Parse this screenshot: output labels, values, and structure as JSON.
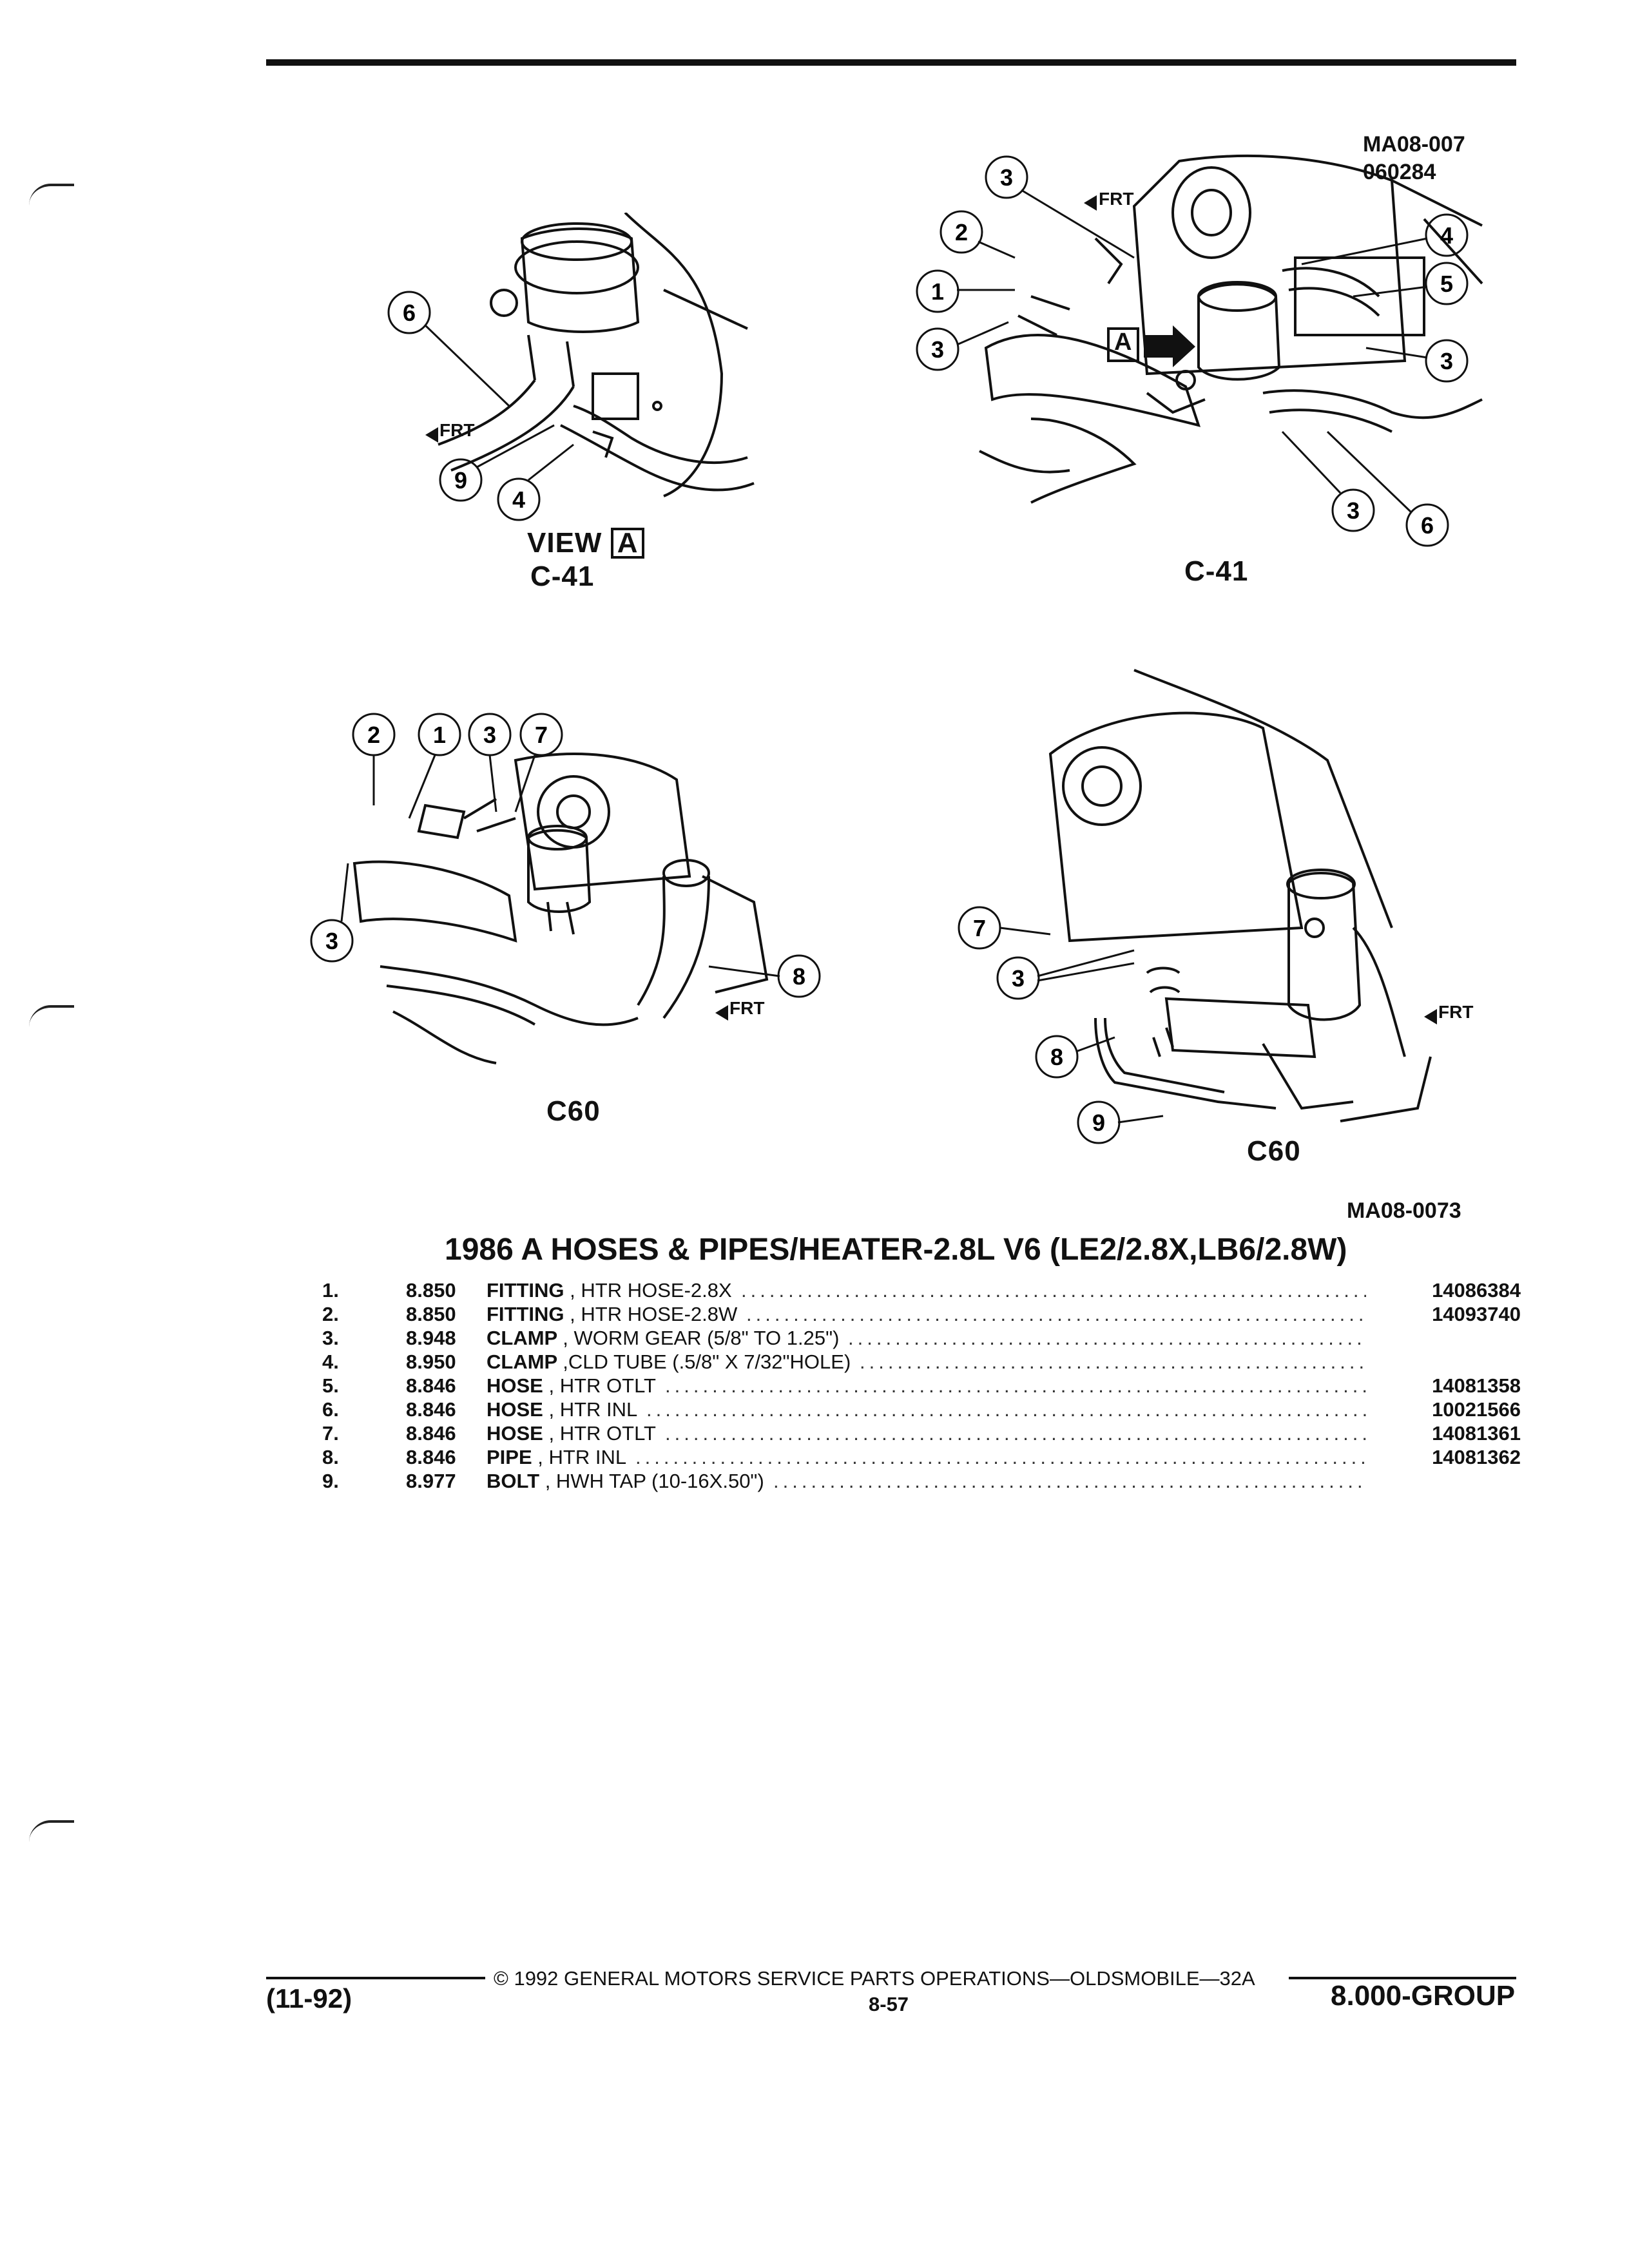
{
  "header": {
    "figure_id_top": "MA08-007",
    "figure_date_top": "060284",
    "figure_id_bottom": "MA08-0073"
  },
  "diagrams": {
    "view_a": {
      "caption_view": "VIEW",
      "caption_letter": "A",
      "caption_model": "C-41",
      "frt": "FRT",
      "callouts": [
        "6",
        "9",
        "4"
      ]
    },
    "top_right": {
      "caption_model": "C-41",
      "frt": "FRT",
      "view_tag": "A",
      "callouts": [
        "3",
        "2",
        "1",
        "3",
        "4",
        "5",
        "3",
        "3",
        "6"
      ]
    },
    "bottom_left": {
      "caption_model": "C60",
      "frt": "FRT",
      "callouts": [
        "2",
        "1",
        "3",
        "7",
        "3",
        "8"
      ]
    },
    "bottom_right": {
      "caption_model": "C60",
      "frt": "FRT",
      "callouts": [
        "7",
        "3",
        "8",
        "9"
      ]
    }
  },
  "parts_list": {
    "title": "1986 A HOSES & PIPES/HEATER-2.8L V6 (LE2/2.8X,LB6/2.8W)",
    "rows": [
      {
        "num": "1.",
        "code": "8.850",
        "name": "FITTING",
        "desc": ", HTR HOSE-2.8X",
        "part": "14086384"
      },
      {
        "num": "2.",
        "code": "8.850",
        "name": "FITTING",
        "desc": ", HTR HOSE-2.8W",
        "part": "14093740"
      },
      {
        "num": "3.",
        "code": "8.948",
        "name": "CLAMP",
        "desc": ", WORM GEAR (5/8\" TO 1.25\")",
        "part": ""
      },
      {
        "num": "4.",
        "code": "8.950",
        "name": "CLAMP",
        "desc": ",CLD TUBE (.5/8\" X 7/32\"HOLE)",
        "part": ""
      },
      {
        "num": "5.",
        "code": "8.846",
        "name": "HOSE",
        "desc": ", HTR OTLT",
        "part": "14081358"
      },
      {
        "num": "6.",
        "code": "8.846",
        "name": "HOSE",
        "desc": ", HTR INL",
        "part": "10021566"
      },
      {
        "num": "7.",
        "code": "8.846",
        "name": "HOSE",
        "desc": ", HTR OTLT",
        "part": "14081361"
      },
      {
        "num": "8.",
        "code": "8.846",
        "name": "PIPE",
        "desc": ", HTR INL",
        "part": "14081362"
      },
      {
        "num": "9.",
        "code": "8.977",
        "name": "BOLT",
        "desc": ", HWH TAP (10-16X.50\")",
        "part": ""
      }
    ]
  },
  "footer": {
    "copyright": "© 1992 GENERAL MOTORS SERVICE PARTS OPERATIONS—OLDSMOBILE—32A",
    "date_code": "(11-92)",
    "page": "8-57",
    "group": "8.000-GROUP"
  }
}
